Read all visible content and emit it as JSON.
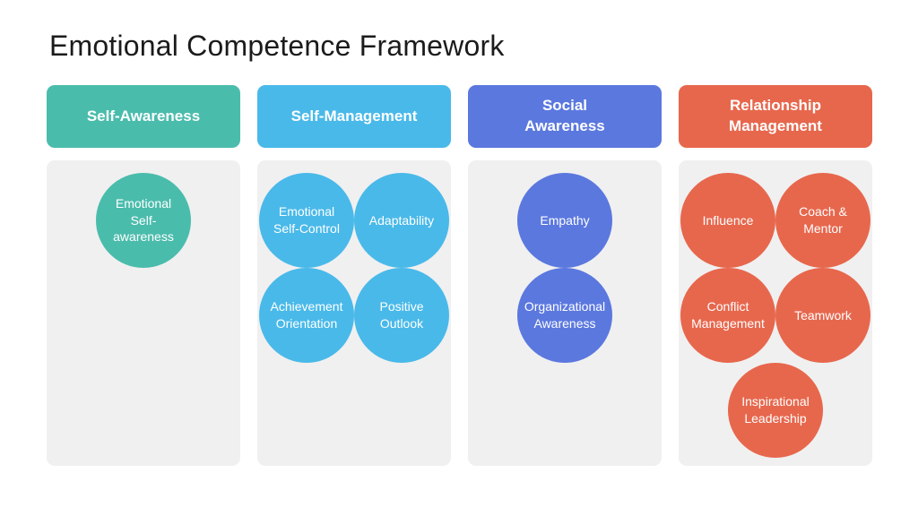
{
  "title": "Emotional Competence Framework",
  "colors": {
    "background": "#ffffff",
    "panel_bg": "#f0f0f0",
    "title_text": "#1b1b1b",
    "fill_text": "#ffffff"
  },
  "columns": [
    {
      "id": "self-awareness",
      "header": "Self-Awareness",
      "color": "#4abcac",
      "rows": [
        [
          "Emotional\nSelf-\nawareness"
        ]
      ]
    },
    {
      "id": "self-management",
      "header": "Self-Management",
      "color": "#49b9e9",
      "rows": [
        [
          "Emotional\nSelf-Control",
          "Adaptability"
        ],
        [
          "Achievement\nOrientation",
          "Positive\nOutlook"
        ]
      ]
    },
    {
      "id": "social-awareness",
      "header": "Social\nAwareness",
      "color": "#5b78df",
      "rows": [
        [
          "Empathy"
        ],
        [
          "Organizational\nAwareness"
        ]
      ]
    },
    {
      "id": "relationship-management",
      "header": "Relationship\nManagement",
      "color": "#e7674d",
      "rows": [
        [
          "Influence",
          "Coach &\nMentor"
        ],
        [
          "Conflict\nManagement",
          "Teamwork"
        ],
        [
          "Inspirational\nLeadership"
        ]
      ]
    }
  ]
}
